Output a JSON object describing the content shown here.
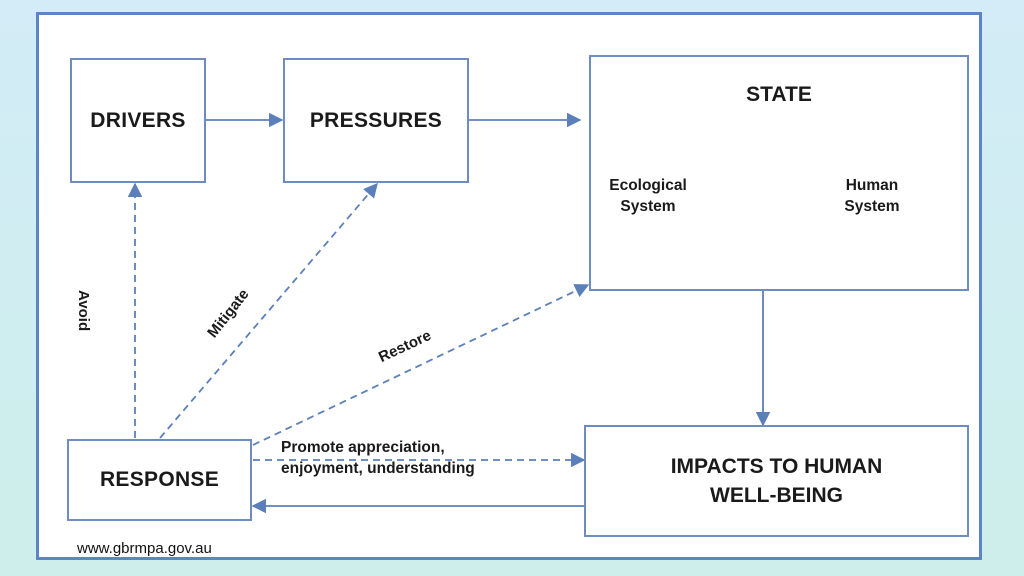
{
  "boxes": {
    "drivers": "DRIVERS",
    "pressures": "PRESSURES",
    "state": "STATE",
    "response": "RESPONSE",
    "impacts_line1": "IMPACTS TO HUMAN",
    "impacts_line2": "WELL-BEING"
  },
  "state_systems": {
    "ecological_line1": "Ecological",
    "ecological_line2": "System",
    "human_line1": "Human",
    "human_line2": "System"
  },
  "labels": {
    "avoid": "Avoid",
    "mitigate": "Mitigate",
    "restore": "Restore",
    "promote_line1": "Promote appreciation,",
    "promote_line2": "enjoyment, understanding"
  },
  "footer": "www.gbrmpa.gov.au",
  "colors": {
    "frame": "#5b85c4",
    "box_border": "#6e8cc0",
    "arrow": "#5b7fba",
    "cycle_arc": "#4a74b8"
  }
}
